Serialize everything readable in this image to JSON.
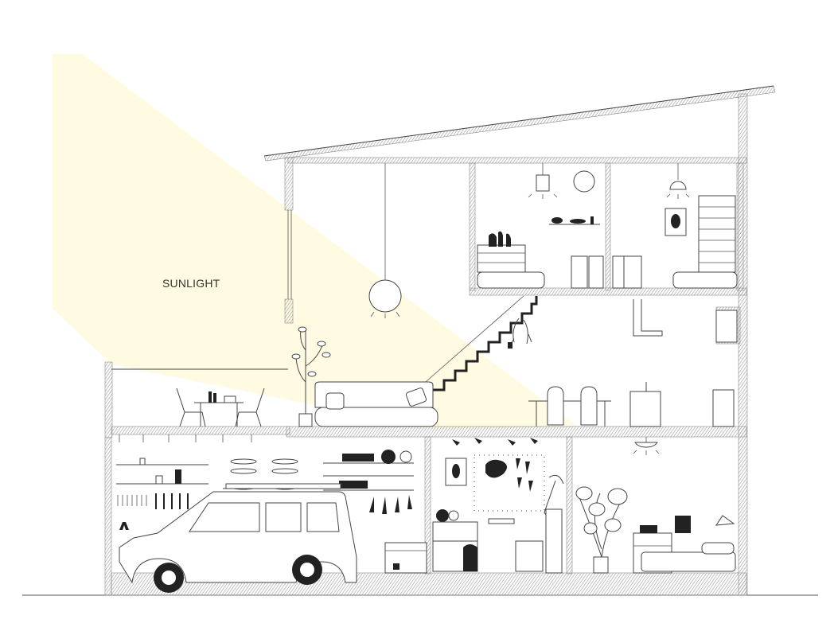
{
  "annotation": {
    "sunlight_label": "SUNLIGHT"
  },
  "colors": {
    "sunlight": "#fffbe3",
    "wall_hatch": "#8a8a8a",
    "line": "#444444",
    "background": "#ffffff"
  },
  "icons": [
    "sun-ray",
    "pendant-lamp",
    "car",
    "staircase",
    "plant",
    "sofa",
    "dining-table",
    "bookshelf",
    "spotlight",
    "bed",
    "skateboard",
    "tool-rack"
  ]
}
